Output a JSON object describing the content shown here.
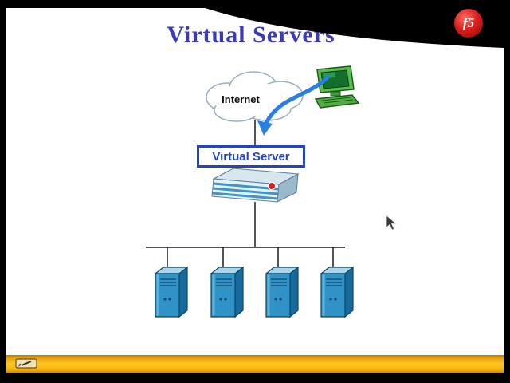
{
  "slide": {
    "title": "Virtual Servers",
    "cloud_label": "Internet",
    "virtual_server_box": "Virtual Server",
    "server_count": 4
  },
  "logo": {
    "text": "f5",
    "color": "#cc1111"
  },
  "colors": {
    "title_text": "#3a3ab8",
    "virtual_server_accent": "#2343c6",
    "arrow_blue": "#2b7fe0",
    "server_front": "#2f93c8",
    "server_side": "#176b9c",
    "server_top": "#a9d6ea",
    "device_stripe": "#3f96c6",
    "toolbar_yellow": "#f7b614",
    "logo_red": "#cc1111",
    "background_black": "#000000",
    "slide_white": "#ffffff"
  },
  "icons": {
    "cloud": "internet-cloud-icon",
    "computer": "client-computer-icon",
    "arrow": "connection-arrow-icon",
    "device": "bigip-device-icon",
    "server": "server-tower-icon",
    "pen": "annotation-pen-icon",
    "cursor": "mouse-cursor-icon",
    "logo": "f5-logo"
  }
}
